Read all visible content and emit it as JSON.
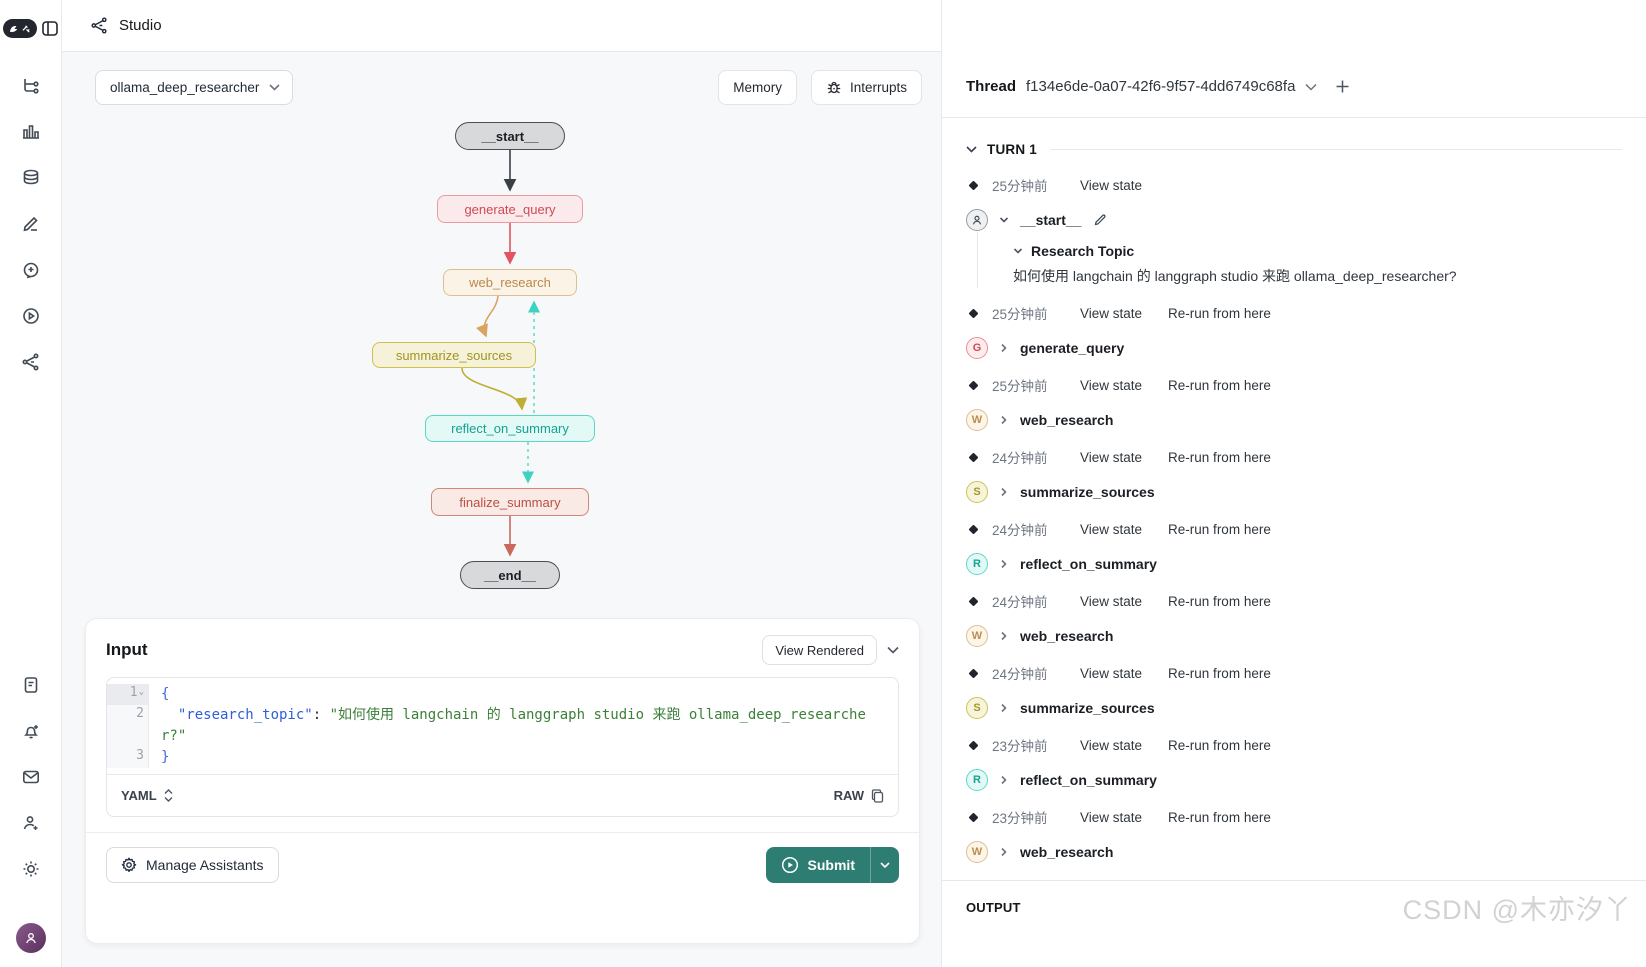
{
  "topbar": {
    "title": "Studio"
  },
  "canvas": {
    "graph_selector": "ollama_deep_researcher",
    "memory_button": "Memory",
    "interrupts_button": "Interrupts"
  },
  "graph": {
    "nodes": [
      {
        "label": "__start__",
        "style": "terminal"
      },
      {
        "label": "generate_query",
        "style": "red"
      },
      {
        "label": "web_research",
        "style": "tan"
      },
      {
        "label": "summarize_sources",
        "style": "olive"
      },
      {
        "label": "reflect_on_summary",
        "style": "teal"
      },
      {
        "label": "finalize_summary",
        "style": "brick"
      },
      {
        "label": "__end__",
        "style": "terminal"
      }
    ],
    "colors": {
      "red": "#cf4a55",
      "tan": "#b8894f",
      "olive": "#a09422",
      "teal": "#17a093",
      "brick": "#bc4f41",
      "terminal": "#1b1f24"
    }
  },
  "input_panel": {
    "title": "Input",
    "view_rendered_label": "View Rendered",
    "format_label": "YAML",
    "raw_label": "RAW",
    "code_lines": [
      {
        "num": "1",
        "fold": true,
        "tokens": [
          {
            "t": "{",
            "c": "brace"
          }
        ]
      },
      {
        "num": "2",
        "fold": false,
        "tokens": [
          {
            "t": "  ",
            "c": "plain"
          },
          {
            "t": "\"research_topic\"",
            "c": "key"
          },
          {
            "t": ": ",
            "c": "plain"
          },
          {
            "t": "\"如何使用 langchain 的 langgraph studio 来跑 ollama_deep_researcher?\"",
            "c": "string"
          }
        ]
      },
      {
        "num": "3",
        "fold": false,
        "tokens": [
          {
            "t": "}",
            "c": "brace"
          }
        ]
      }
    ]
  },
  "actions": {
    "manage_assistants": "Manage Assistants",
    "submit": "Submit",
    "submit_color": "#2e7d73"
  },
  "thread_panel": {
    "thread_label": "Thread",
    "thread_id": "f134e6de-0a07-42f6-9f57-4dd6749c68fa",
    "turn_label": "TURN 1",
    "output_label": "OUTPUT",
    "start": {
      "name": "__start__",
      "section": "Research Topic",
      "content": "如何使用 langchain 的 langgraph studio 来跑 ollama_deep_researcher?"
    },
    "link_view_state": "View state",
    "link_rerun": "Re-run from here",
    "timeline": [
      {
        "type": "checkpoint",
        "time": "25分钟前",
        "rerun": false
      },
      {
        "type": "start"
      },
      {
        "type": "checkpoint",
        "time": "25分钟前",
        "rerun": true
      },
      {
        "type": "node",
        "letter": "G",
        "style": "red",
        "name": "generate_query"
      },
      {
        "type": "checkpoint",
        "time": "25分钟前",
        "rerun": true
      },
      {
        "type": "node",
        "letter": "W",
        "style": "tan",
        "name": "web_research"
      },
      {
        "type": "checkpoint",
        "time": "24分钟前",
        "rerun": true
      },
      {
        "type": "node",
        "letter": "S",
        "style": "olive",
        "name": "summarize_sources"
      },
      {
        "type": "checkpoint",
        "time": "24分钟前",
        "rerun": true
      },
      {
        "type": "node",
        "letter": "R",
        "style": "teal",
        "name": "reflect_on_summary"
      },
      {
        "type": "checkpoint",
        "time": "24分钟前",
        "rerun": true
      },
      {
        "type": "node",
        "letter": "W",
        "style": "tan",
        "name": "web_research"
      },
      {
        "type": "checkpoint",
        "time": "24分钟前",
        "rerun": true
      },
      {
        "type": "node",
        "letter": "S",
        "style": "olive",
        "name": "summarize_sources"
      },
      {
        "type": "checkpoint",
        "time": "23分钟前",
        "rerun": true
      },
      {
        "type": "node",
        "letter": "R",
        "style": "teal",
        "name": "reflect_on_summary"
      },
      {
        "type": "checkpoint",
        "time": "23分钟前",
        "rerun": true
      },
      {
        "type": "node",
        "letter": "W",
        "style": "tan",
        "name": "web_research"
      }
    ]
  },
  "watermark": "CSDN @木亦汐丫"
}
